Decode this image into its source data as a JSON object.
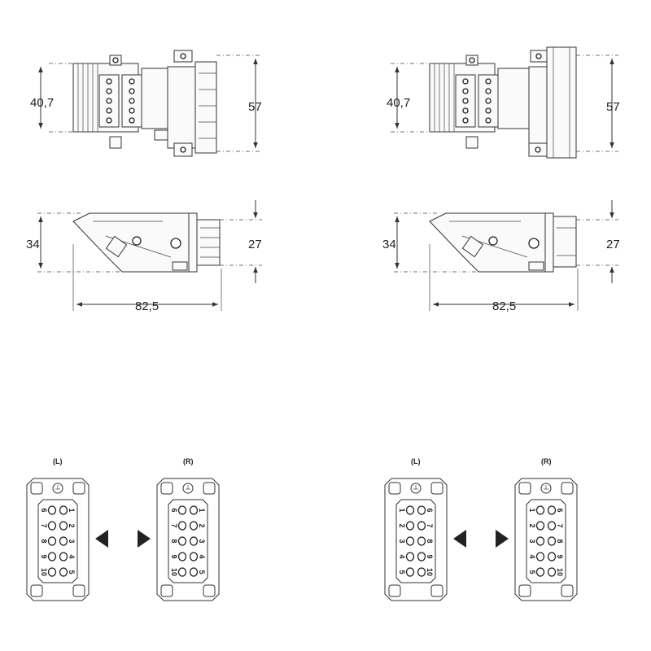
{
  "top_left": {
    "height_left": "40,7",
    "height_right": "57",
    "side_height_left": "34",
    "side_height_right": "27",
    "length": "82,5"
  },
  "top_right": {
    "height_left": "40,7",
    "height_right": "57",
    "side_height_left": "34",
    "side_height_right": "27",
    "length": "82,5"
  },
  "faces": [
    {
      "label": "(L)",
      "arrow": "left",
      "pins_left": [
        "6",
        "7",
        "8",
        "9",
        "10"
      ],
      "pins_right": [
        "1",
        "2",
        "3",
        "4",
        "5"
      ]
    },
    {
      "label": "(R)",
      "arrow": "right",
      "pins_left": [
        "6",
        "7",
        "8",
        "9",
        "10"
      ],
      "pins_right": [
        "1",
        "2",
        "3",
        "4",
        "5"
      ]
    },
    {
      "label": "(L)",
      "arrow": "left",
      "pins_left": [
        "1",
        "2",
        "3",
        "4",
        "5"
      ],
      "pins_right": [
        "6",
        "7",
        "8",
        "9",
        "10"
      ]
    },
    {
      "label": "(R)",
      "arrow": "right",
      "pins_left": [
        "1",
        "2",
        "3",
        "4",
        "5"
      ],
      "pins_right": [
        "6",
        "7",
        "8",
        "9",
        "10"
      ]
    }
  ]
}
